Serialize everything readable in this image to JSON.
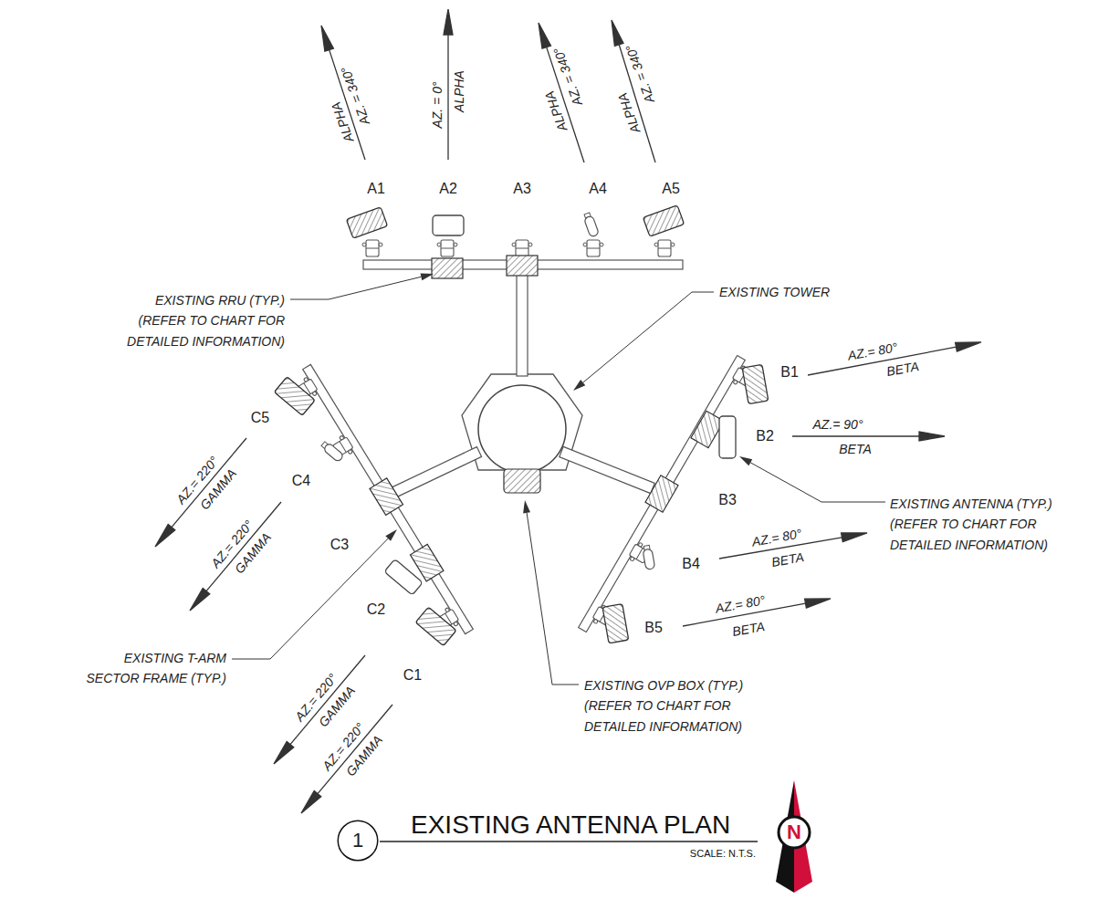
{
  "diagram": {
    "title": "EXISTING ANTENNA PLAN",
    "caption": "SCALE: N.T.S.",
    "nodes": [
      {
        "text": [
          "1"
        ]
      },
      {
        "text": [
          "N"
        ]
      }
    ],
    "labels": [
      "AZ. = 340°",
      "ALPHA",
      "AZ. = 0°",
      "ALPHA",
      "AZ. = 340°",
      "ALPHA",
      "AZ. = 340°",
      "ALPHA",
      "A1",
      "A2",
      "A3",
      "A4",
      "A5",
      "EXISTING RRU (TYP.) (REFER TO CHART FOR DETAILED INFORMATION)",
      "EXISTING TOWER",
      "B1",
      "AZ.= 80°",
      "BETA",
      "B2",
      "AZ.= 90°",
      "BETA",
      "EXISTING ANTENNA (TYP.) (REFER TO CHART FOR DETAILED INFORMATION)",
      "B3",
      "AZ.= 80°",
      "BETA",
      "B4",
      "AZ.= 80°",
      "BETA",
      "B5",
      "C5",
      "AZ.= 220°",
      "GAMMA",
      "C4",
      "AZ.= 220°",
      "GAMMA",
      "C3",
      "EXISTING T-ARM SECTOR FRAME (TYP.)",
      "C2",
      "AZ.= 220°",
      "GAMMA",
      "C1",
      "AZ.= 220°",
      "GAMMA",
      "EXISTING OVP BOX (TYP.) (REFER TO CHART FOR DETAILED INFORMATION)"
    ]
  }
}
